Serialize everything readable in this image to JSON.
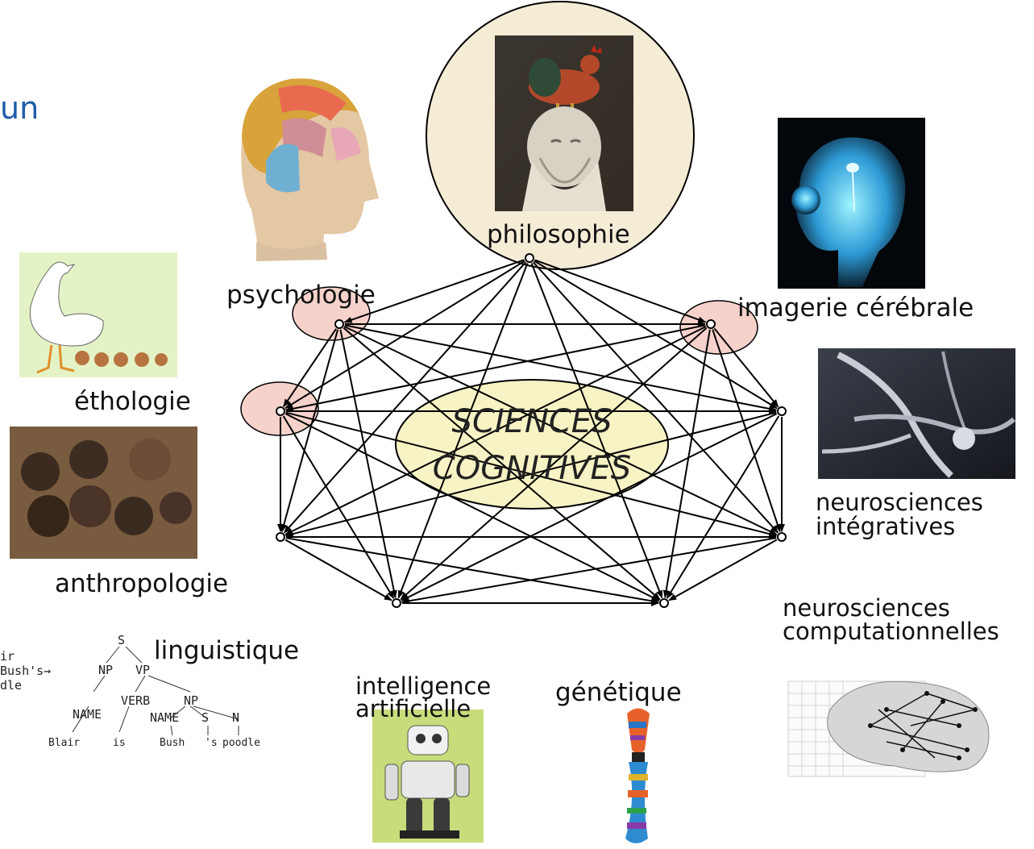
{
  "corner_fragment": "un",
  "center": {
    "line1": "SCIENCES",
    "line2": "COGNITIVES"
  },
  "disciplines": {
    "philosophie": "philosophie",
    "psychologie": "psychologie",
    "imagerie": "imagerie cérébrale",
    "ethologie": "éthologie",
    "anthropologie": "anthropologie",
    "neuro_integr_1": "neurosciences",
    "neuro_integr_2": "intégratives",
    "neuro_comp_1": "neurosciences",
    "neuro_comp_2": "computationnelles",
    "linguistique": "linguistique",
    "ia_1": "intelligence",
    "ia_2": "artificielle",
    "genetique": "génétique"
  },
  "parse_tree": {
    "S": "S",
    "NP": "NP",
    "VP": "VP",
    "VERB": "VERB",
    "NP2": "NP",
    "NAME": "NAME",
    "NAME2": "NAME",
    "S2": "S",
    "N": "N",
    "w_blair": "Blair",
    "w_is": "is",
    "w_bush": "Bush",
    "w_s": "'s",
    "w_poodle": "poodle",
    "left_1": "ir",
    "left_2": "Bush's→",
    "left_3": "dle"
  },
  "colors": {
    "blue_text": "#1f5ca8",
    "center_fill": "#f7f3c4",
    "node_fill": "#f6d2cb",
    "philo_fill": "#f5ecd6"
  }
}
